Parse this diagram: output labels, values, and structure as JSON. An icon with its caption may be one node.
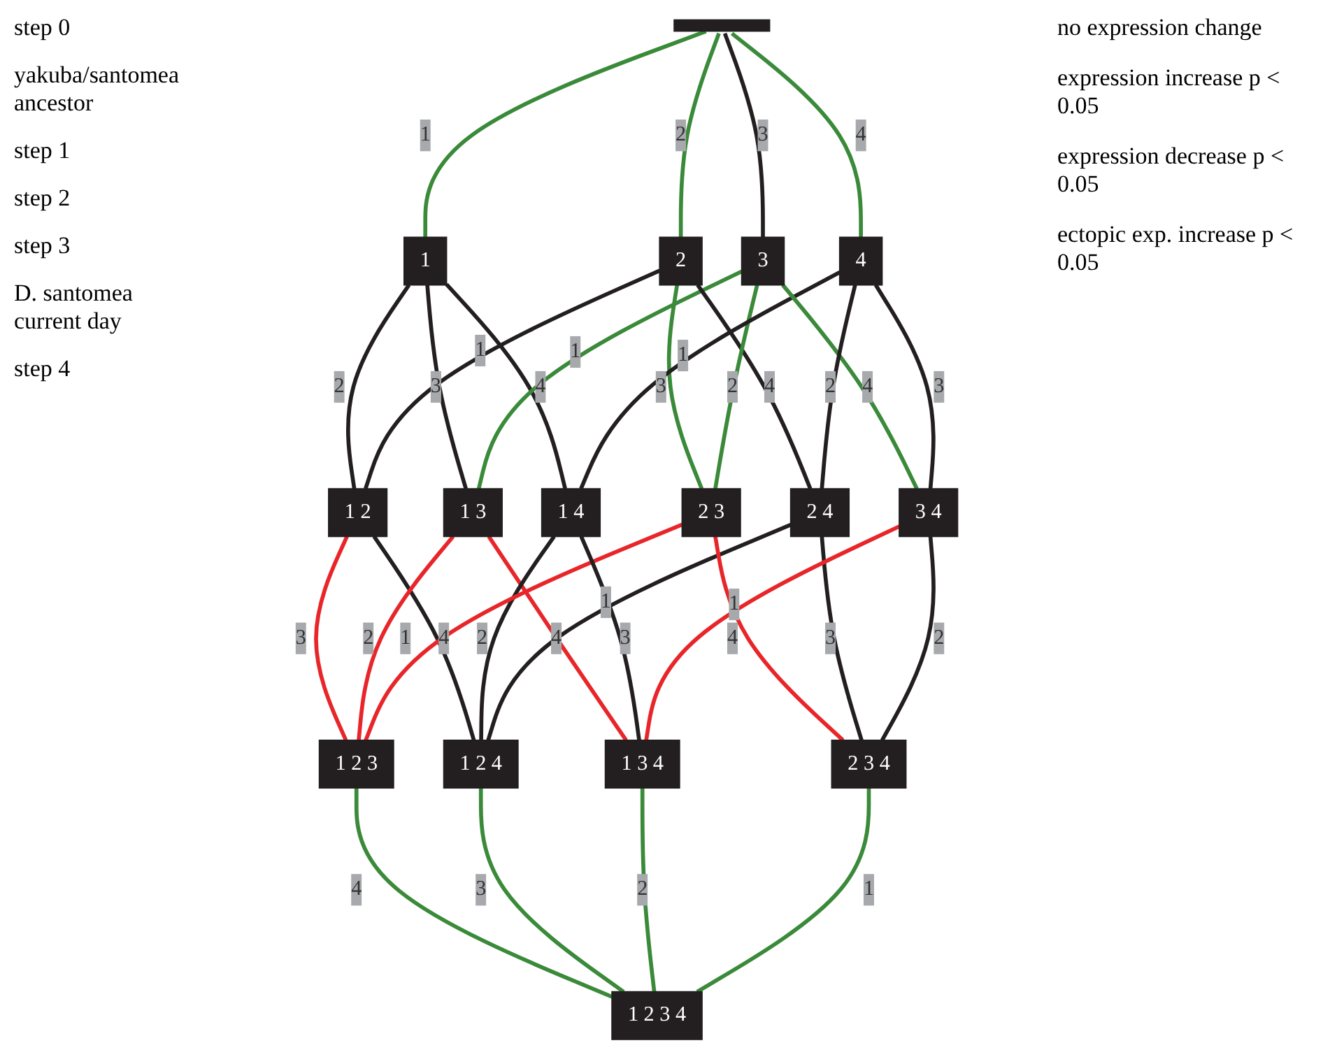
{
  "diagram": {
    "nodes": [
      {
        "text": [],
        "shape": "bar"
      },
      {
        "text": [
          "1"
        ]
      },
      {
        "text": [
          "2"
        ]
      },
      {
        "text": [
          "3"
        ]
      },
      {
        "text": [
          "4"
        ]
      },
      {
        "text": [
          "1 2"
        ]
      },
      {
        "text": [
          "1 3"
        ]
      },
      {
        "text": [
          "1 4"
        ]
      },
      {
        "text": [
          "2 3"
        ]
      },
      {
        "text": [
          "2 4"
        ]
      },
      {
        "text": [
          "3 4"
        ]
      },
      {
        "text": [
          "1 2 3"
        ]
      },
      {
        "text": [
          "1 2 4"
        ]
      },
      {
        "text": [
          "1 3 4"
        ]
      },
      {
        "text": [
          "2 3 4"
        ]
      },
      {
        "text": [
          "1 2 3 4"
        ]
      }
    ],
    "edges": [
      {
        "from": 0,
        "to": 1,
        "arrow": "none",
        "label": "1",
        "color": "#3a8a3a"
      },
      {
        "from": 0,
        "to": 2,
        "arrow": "none",
        "label": "2",
        "color": "#3a8a3a"
      },
      {
        "from": 0,
        "to": 3,
        "arrow": "none",
        "label": "3"
      },
      {
        "from": 0,
        "to": 4,
        "arrow": "none",
        "label": "4",
        "color": "#3a8a3a"
      },
      {
        "from": 1,
        "to": 5,
        "arrow": "none",
        "label": "2"
      },
      {
        "from": 1,
        "to": 6,
        "arrow": "none",
        "label": "3"
      },
      {
        "from": 2,
        "to": 5,
        "arrow": "none",
        "label": "1"
      },
      {
        "from": 1,
        "to": 7,
        "arrow": "none",
        "label": "4"
      },
      {
        "from": 3,
        "to": 6,
        "arrow": "none",
        "label": "1",
        "color": "#3a8a3a"
      },
      {
        "from": 2,
        "to": 8,
        "arrow": "none",
        "label": "3",
        "color": "#3a8a3a"
      },
      {
        "from": 2,
        "to": 9,
        "arrow": "none",
        "label": "4"
      },
      {
        "from": 3,
        "to": 8,
        "arrow": "none",
        "label": "2",
        "color": "#3a8a3a"
      },
      {
        "from": 4,
        "to": 7,
        "arrow": "none",
        "label": "1"
      },
      {
        "from": 3,
        "to": 10,
        "arrow": "none",
        "label": "4",
        "color": "#3a8a3a"
      },
      {
        "from": 4,
        "to": 9,
        "arrow": "none",
        "label": "2"
      },
      {
        "from": 4,
        "to": 10,
        "arrow": "none",
        "label": "3"
      },
      {
        "from": 5,
        "to": 11,
        "arrow": "none",
        "label": "3",
        "color": "#e8262a"
      },
      {
        "from": 5,
        "to": 12,
        "arrow": "none",
        "label": "4"
      },
      {
        "from": 6,
        "to": 11,
        "arrow": "none",
        "label": "2",
        "color": "#e8262a"
      },
      {
        "from": 6,
        "to": 13,
        "arrow": "none",
        "label": "4",
        "color": "#e8262a"
      },
      {
        "from": 7,
        "to": 12,
        "arrow": "none",
        "label": "2"
      },
      {
        "from": 8,
        "to": 11,
        "arrow": "none",
        "label": "1",
        "color": "#e8262a"
      },
      {
        "from": 7,
        "to": 13,
        "arrow": "none",
        "label": "3"
      },
      {
        "from": 9,
        "to": 12,
        "arrow": "none",
        "label": "1"
      },
      {
        "from": 8,
        "to": 14,
        "arrow": "none",
        "label": "4",
        "color": "#e8262a"
      },
      {
        "from": 9,
        "to": 14,
        "arrow": "none",
        "label": "3"
      },
      {
        "from": 10,
        "to": 13,
        "arrow": "none",
        "label": "1",
        "color": "#e8262a"
      },
      {
        "from": 10,
        "to": 14,
        "arrow": "none",
        "label": "2"
      },
      {
        "from": 11,
        "to": 15,
        "arrow": "none",
        "label": "4",
        "color": "#3a8a3a"
      },
      {
        "from": 12,
        "to": 15,
        "arrow": "none",
        "label": "3",
        "color": "#3a8a3a"
      },
      {
        "from": 13,
        "to": 15,
        "arrow": "none",
        "label": "2",
        "color": "#3a8a3a"
      },
      {
        "from": 14,
        "to": 15,
        "arrow": "none",
        "label": "1",
        "color": "#3a8a3a"
      }
    ],
    "labels": [
      "step 0",
      "yakuba/santomea ancestor",
      "step 1",
      "step 2",
      "step 3",
      "D. santomea current day",
      "step 4"
    ],
    "legend": [
      {
        "text": "no expression change"
      },
      {
        "text": "expression increase p < 0.05"
      },
      {
        "text": "expression decrease p < 0.05"
      },
      {
        "text": "ectopic exp. increase p < 0.05"
      }
    ]
  }
}
